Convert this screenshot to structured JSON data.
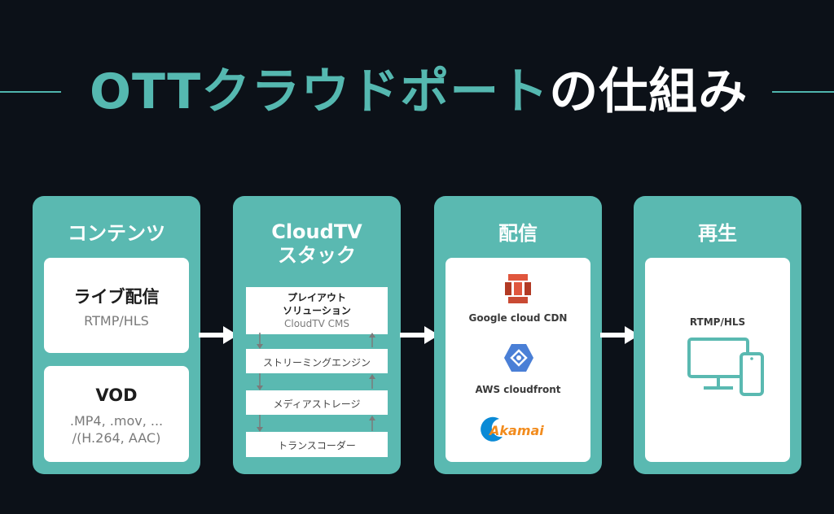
{
  "title": {
    "accent": "OTTクラウドポート",
    "rest": "の仕組み"
  },
  "columns": {
    "contents": {
      "title": "コンテンツ",
      "live": {
        "title": "ライブ配信",
        "sub": "RTMP/HLS"
      },
      "vod": {
        "title": "VOD",
        "line1": ".MP4, .mov, ...",
        "line2": "/(H.264, AAC)"
      }
    },
    "stack": {
      "title_line1": "CloudTV",
      "title_line2": "スタック",
      "layers": {
        "playout_line1": "プレイアウト",
        "playout_line2": "ソリューション",
        "playout_sub": "CloudTV CMS",
        "streaming": "ストリーミングエンジン",
        "storage": "メディアストレージ",
        "transcoder": "トランスコーダー"
      }
    },
    "delivery": {
      "title": "配信",
      "cdn1": "Google cloud CDN",
      "cdn2": "AWS cloudfront",
      "cdn3_logo": "Akamai"
    },
    "playback": {
      "title": "再生",
      "protocol": "RTMP/HLS"
    }
  },
  "colors": {
    "accent": "#5ab9b1",
    "background": "#0c1118",
    "aws_orange": "#d1452f",
    "gcp_blue": "#4a7fd6"
  },
  "icons": [
    "aws-icon",
    "gcp-icon",
    "akamai-logo",
    "monitor-icon",
    "phone-icon",
    "arrow-right-icon"
  ]
}
